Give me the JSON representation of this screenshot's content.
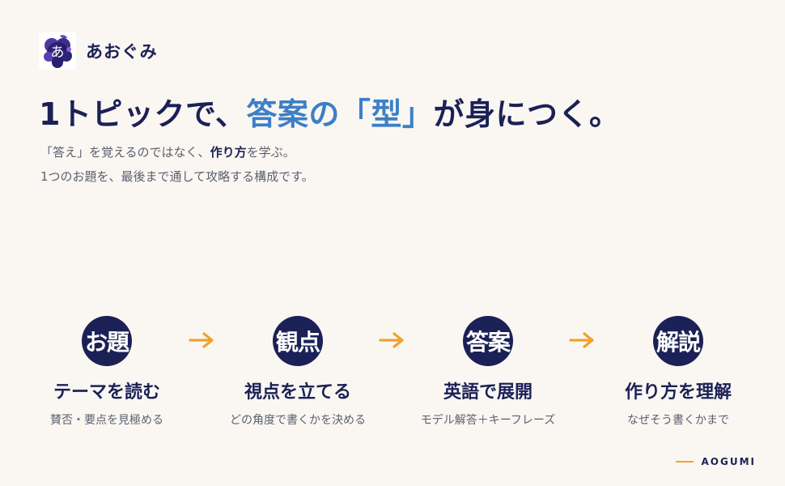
{
  "brand": {
    "logo_glyph": "あ",
    "name": "あおぐみ"
  },
  "headline": {
    "part1": "1トピックで、",
    "accent": "答案の「型」",
    "part2": "が身につく。"
  },
  "lead": {
    "line1_pre": "「答え」を覚えるのではなく、",
    "line1_bold": "作り方",
    "line1_post": "を学ぶ。",
    "line2": "1つのお題を、最後まで通して攻略する構成です。"
  },
  "steps": [
    {
      "badge": "お題",
      "title": "テーマを読む",
      "desc": "賛否・要点を見極める"
    },
    {
      "badge": "観点",
      "title": "視点を立てる",
      "desc": "どの角度で書くかを決める"
    },
    {
      "badge": "答案",
      "title": "英語で展開",
      "desc": "モデル解答＋キーフレーズ"
    },
    {
      "badge": "解説",
      "title": "作り方を理解",
      "desc": "なぜそう書くかまで"
    }
  ],
  "footer": {
    "label": "AOGUMI"
  },
  "colors": {
    "navy": "#1b2156",
    "accent_blue": "#3d7fc7",
    "arrow_orange": "#f0a22e",
    "background": "#faf7f2"
  }
}
